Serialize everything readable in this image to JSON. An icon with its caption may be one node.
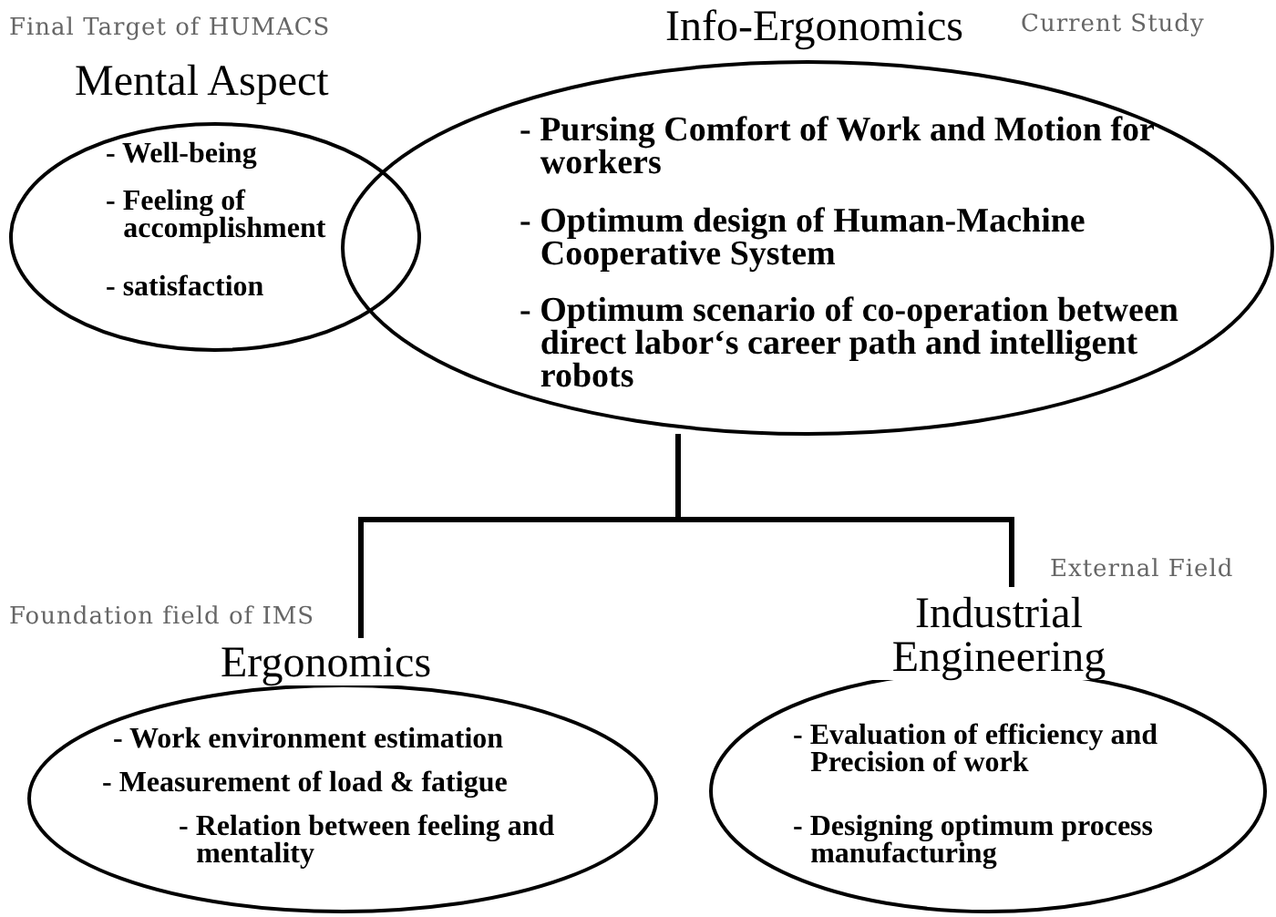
{
  "diagram": {
    "nodes": [
      {
        "text": [
          "Mental Aspect",
          "- Well-being",
          "- Feeling of accomplishment",
          "- satisfaction"
        ],
        "beside": [
          "Final Target of HUMACS"
        ]
      },
      {
        "text": [
          "Info-Ergonomics",
          "- Pursing Comfort of Work and Motion for workers",
          "- Optimum design of Human-Machine Cooperative System",
          "- Optimum scenario of co-operation between direct labor‘s career path and intelligent robots"
        ],
        "beside": [
          "Current Study"
        ]
      },
      {
        "text": [
          "Ergonomics",
          "- Work environment estimation",
          "- Measurement of load & fatigue",
          "- Relation between feeling and mentality"
        ],
        "beside": [
          "Foundation field of IMS"
        ]
      },
      {
        "text": [
          "Industrial Engineering",
          "- Evaluation of  efficiency and Precision of work",
          "- Designing optimum process manufacturing"
        ],
        "beside": [
          "External Field"
        ]
      }
    ],
    "edges": [
      {
        "from": 1,
        "to": 2,
        "arrow": "none"
      },
      {
        "from": 1,
        "to": 3,
        "arrow": "none"
      }
    ]
  }
}
